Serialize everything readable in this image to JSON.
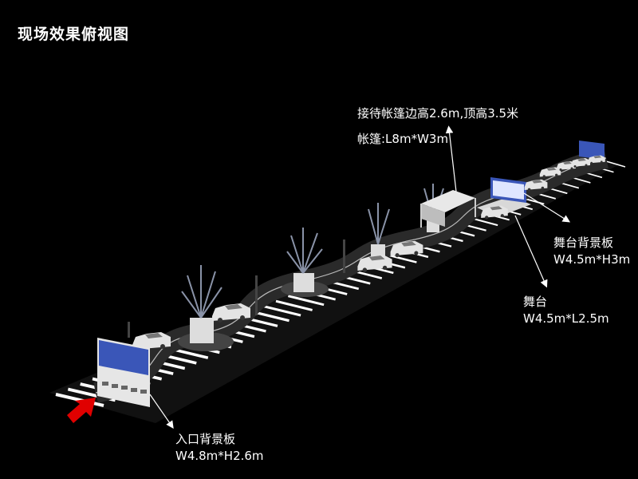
{
  "page": {
    "title": "现场效果俯视图"
  },
  "annotations": {
    "tent_height": "接待帐篷边高2.6m,顶高3.5米",
    "tent_size": "帐篷:L8m*W3m",
    "stage_backdrop_name": "舞台背景板",
    "stage_backdrop_size": "W4.5m*H3m",
    "stage_name": "舞台",
    "stage_size": "W4.5m*L2.5m",
    "entrance_backdrop_name": "入口背景板",
    "entrance_backdrop_size": "W4.8m*H2.6m"
  },
  "colors": {
    "background": "#000000",
    "stripe": "#ffffff",
    "entry_arrow": "#e00000",
    "backdrop_screen": "#3a56b8"
  },
  "icons": {
    "entry_arrow": "red-arrow-icon"
  }
}
